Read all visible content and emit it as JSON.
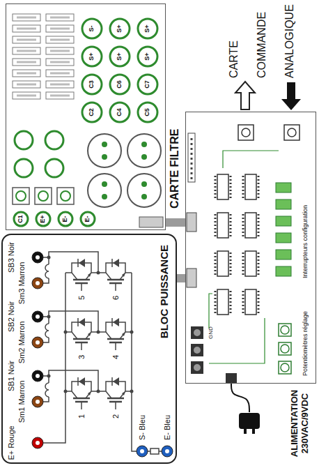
{
  "diagram": {
    "nodes": [
      {
        "text": [
          "CARTE FILTRE"
        ]
      },
      {
        "text": [
          "Interrupteurs configuration",
          "Potentiomètres réglage"
        ]
      },
      {
        "text": [
          "BLOC PUISSANCE"
        ]
      },
      {
        "text": [
          "ALIMENTATION 230VAC/9VDC"
        ]
      }
    ],
    "edges": [
      {
        "from": 0,
        "to": 1,
        "arrow": "none"
      },
      {
        "from": 1,
        "to": 2,
        "arrow": "none"
      },
      {
        "from": 3,
        "to": 1,
        "arrow": "none"
      }
    ],
    "labels": [
      "CARTE COMMANDE ANALOGIQUE",
      "E+ Rouge",
      "SB1 Noir",
      "SB2 Noir",
      "SB3 Noir",
      "Sm1 Marron",
      "Sm2 Marron",
      "Sm3 Marron",
      "S- Bleu",
      "E- Bleu",
      "1",
      "2",
      "3",
      "4",
      "5",
      "6",
      "C1",
      "E+",
      "E-",
      "E-",
      "C2",
      "C3",
      "S+",
      "S-",
      "C4",
      "C6",
      "S+",
      "S+",
      "C5",
      "C7",
      "S+",
      "S+",
      "GND"
    ]
  }
}
